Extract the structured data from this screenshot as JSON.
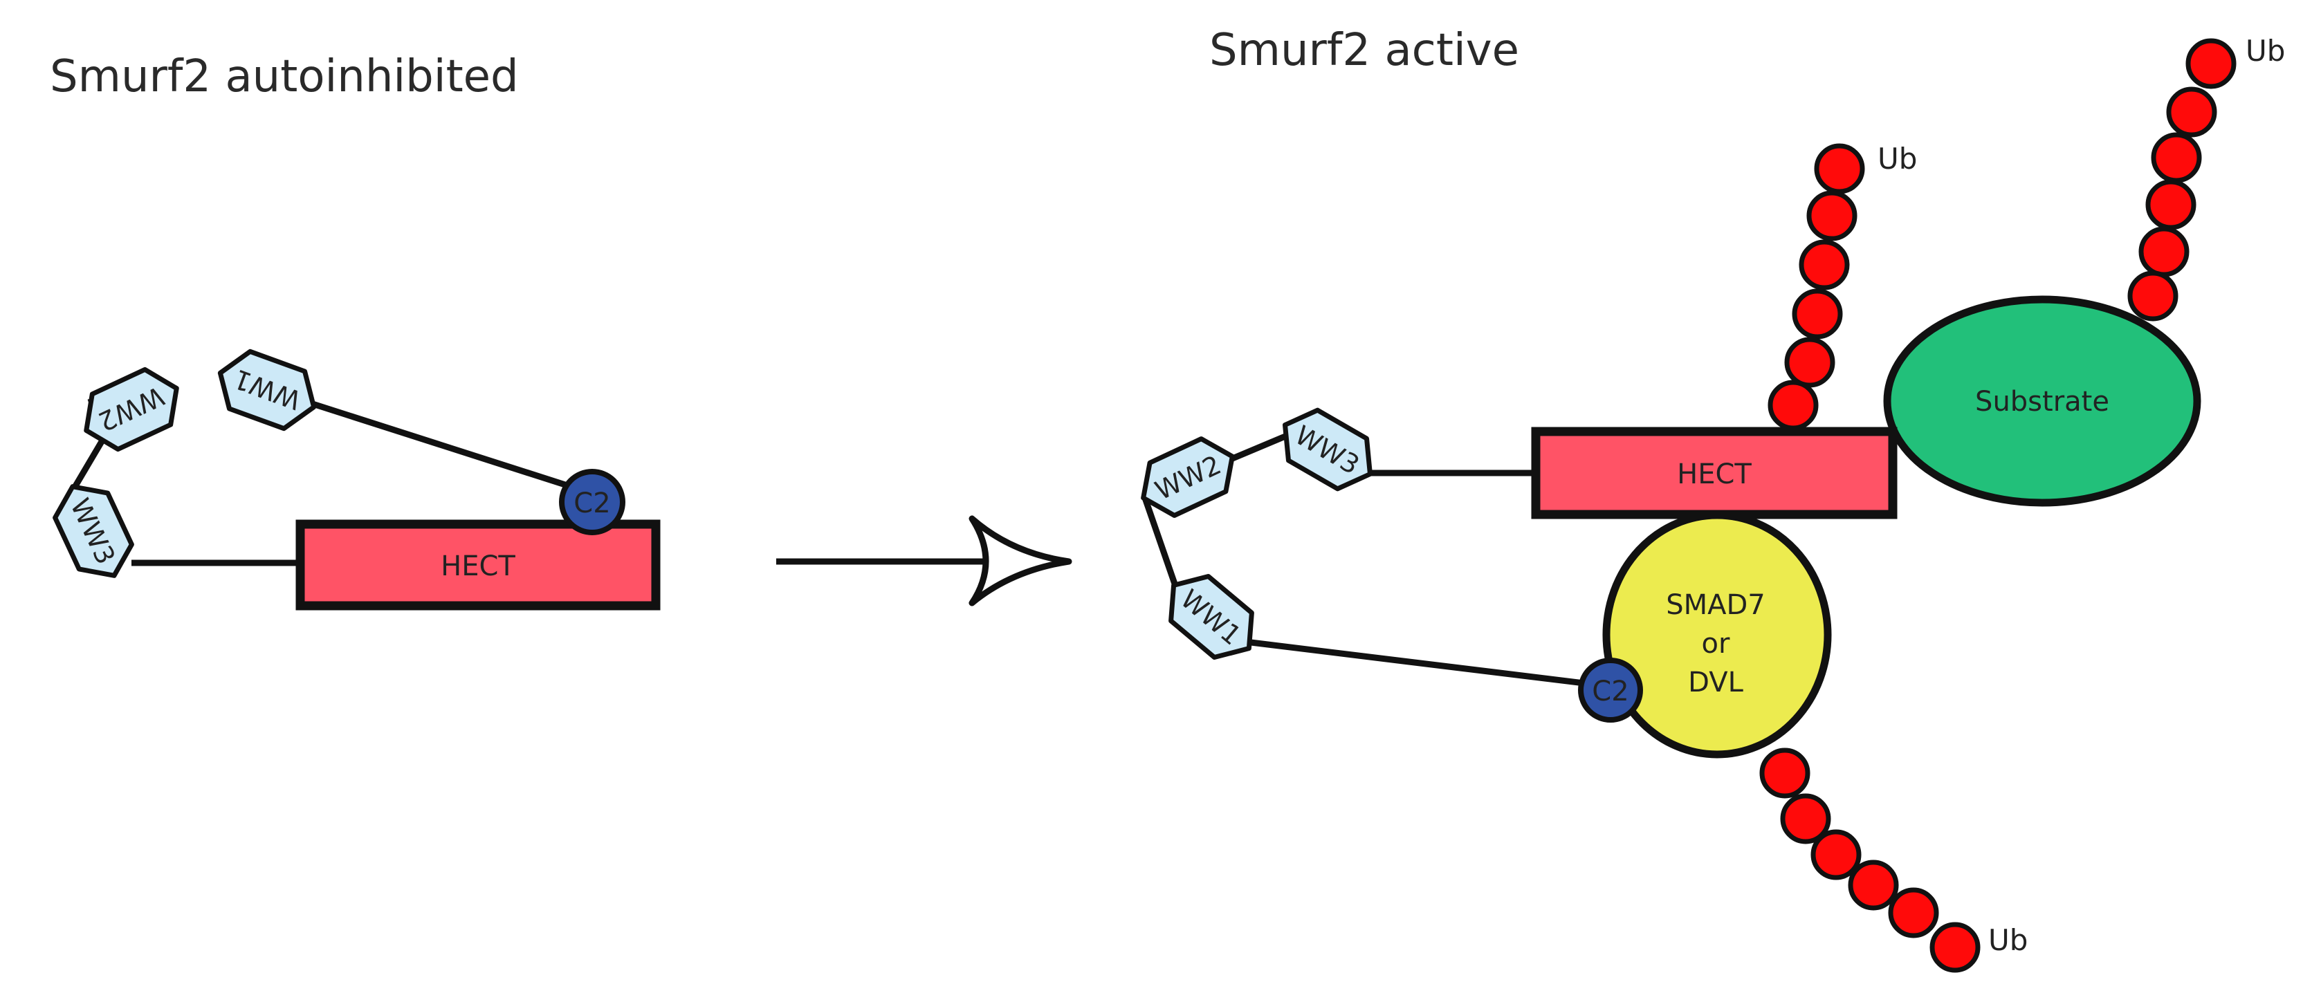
{
  "panels": {
    "left": {
      "title": "Smurf2 autoinhibited",
      "hect": "HECT",
      "c2": "C2",
      "ww1": "WW1",
      "ww2": "WW2",
      "ww3": "WW3"
    },
    "right": {
      "title": "Smurf2 active",
      "hect": "HECT",
      "c2": "C2",
      "ww1": "WW1",
      "ww2": "WW2",
      "ww3": "WW3",
      "substrate": "Substrate",
      "adaptor": [
        "SMAD7",
        "or",
        "DVL"
      ],
      "ub_labels": [
        "Ub",
        "Ub",
        "Ub"
      ]
    }
  },
  "colors": {
    "hect": "#ff5366",
    "c2": "#2f52a6",
    "ww_domain": "#cde9f7",
    "substrate": "#22c07a",
    "adaptor": "#eceb4f",
    "ubiquitin": "#ff0a0a"
  }
}
